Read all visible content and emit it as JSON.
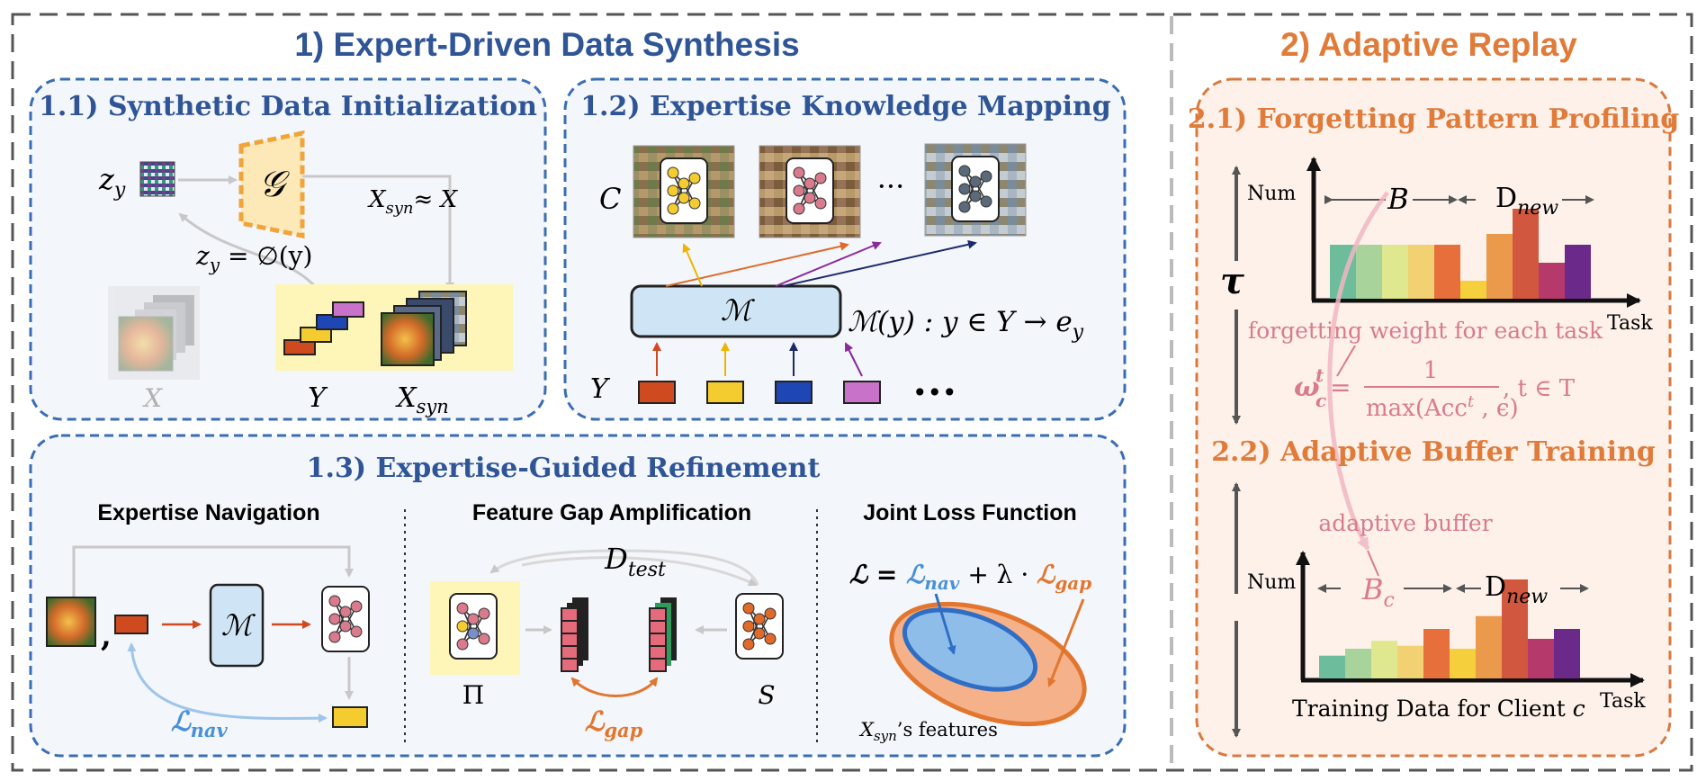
{
  "part1": {
    "title": "1) Expert-Driven Data Synthesis",
    "s11": {
      "title": "1.1) Synthetic Data Initialization",
      "zy": "z",
      "zy_sub": "y",
      "gen": "𝒢",
      "approx_base": "X",
      "approx_sub": "syn",
      "approx_rest": "≈ X",
      "init_base": "z",
      "init_sub": "y",
      "init_rest": " = ∅(y)",
      "x_label": "X",
      "y_label": "Y",
      "xsyn_base": "X",
      "xsyn_sub": "syn"
    },
    "s12": {
      "title": "1.2) Expertise Knowledge Mapping",
      "c_label": "C",
      "dots": "···",
      "m_label": "ℳ",
      "mapping": "ℳ(y) : y ∈ Y → e",
      "mapping_sub": "y",
      "y_label": "Y",
      "dots2": "•••"
    },
    "s13": {
      "title": "1.3) Expertise-Guided Refinement",
      "nav_title": "Expertise Navigation",
      "comma": ",",
      "m_label": "ℳ",
      "lnav_base": "ℒ",
      "lnav_sub": "nav",
      "gap_title": "Feature Gap Amplification",
      "dtest_base": "D",
      "dtest_sub": "test",
      "pi_label": "Π",
      "s_label": "S",
      "lgap_base": "ℒ",
      "lgap_sub": "gap",
      "joint_title": "Joint Loss Function",
      "loss_lhs": "ℒ = ",
      "loss_nav_base": "ℒ",
      "loss_nav_sub": "nav",
      "loss_mid": " + λ · ",
      "loss_gap_base": "ℒ",
      "loss_gap_sub": "gap",
      "features_base": "X",
      "features_sub": "syn",
      "features_rest": "’s features"
    }
  },
  "part2": {
    "title": "2) Adaptive Replay",
    "s21": {
      "title": "2.1) Forgetting Pattern Profiling",
      "num": "Num",
      "b_label": "B",
      "dnew_base": "D",
      "dnew_sub": "new",
      "task": "Task",
      "tau": "τ",
      "weight_text": "forgetting weight for each task",
      "omega": "ω",
      "omega_sub": "c",
      "omega_sup": "t",
      "eq": " = ",
      "numerator": "1",
      "denominator": "max(Acc",
      "denominator_sup": "t",
      "denominator_rest": " , ϵ)",
      "tail": ", t ∈ T",
      "bars": [
        0.6,
        0.6,
        0.6,
        0.6,
        0.6,
        0.2,
        0.72,
        1.0,
        0.4,
        0.6
      ]
    },
    "s22": {
      "title": "2.2) Adaptive Buffer Training",
      "num": "Num",
      "buffer_note": "adaptive buffer",
      "bc_base": "B",
      "bc_sub": "c",
      "dnew_base": "D",
      "dnew_sub": "new",
      "task": "Task",
      "footer": "Training Data for Client ",
      "footer_var": "c",
      "bars": [
        0.23,
        0.3,
        0.38,
        0.33,
        0.5,
        0.3,
        0.63,
        1.0,
        0.4,
        0.5
      ]
    }
  },
  "colors": {
    "blue_title": "#2f5597",
    "orange_title": "#e07b39",
    "panel_fill": "#f3f6fb",
    "panel_stroke": "#3a6db5",
    "replay_fill": "#fdf1ea",
    "replay_stroke": "#d9793f",
    "pink": "#d97b8c",
    "highlight": "#fdf6b8",
    "mbox": "#cfe5f5",
    "nav_blue": "#4a90d9",
    "gap_orange": "#e2762f",
    "label_red": "#d04a20",
    "label_yellow": "#f5cc30",
    "label_blue": "#1e47b5",
    "label_purple": "#c972c9",
    "label_pink_arrow": "#8a2a9a",
    "label_navy": "#1c2a6b",
    "grey": "#bdbdbd",
    "bar_colors": [
      "#6dbd9c",
      "#a8d49b",
      "#dfe78f",
      "#f2d172",
      "#e66f3b",
      "#f5cf3c",
      "#eb9a4c",
      "#d2573f",
      "#b53a6b",
      "#6b2a8a"
    ]
  }
}
